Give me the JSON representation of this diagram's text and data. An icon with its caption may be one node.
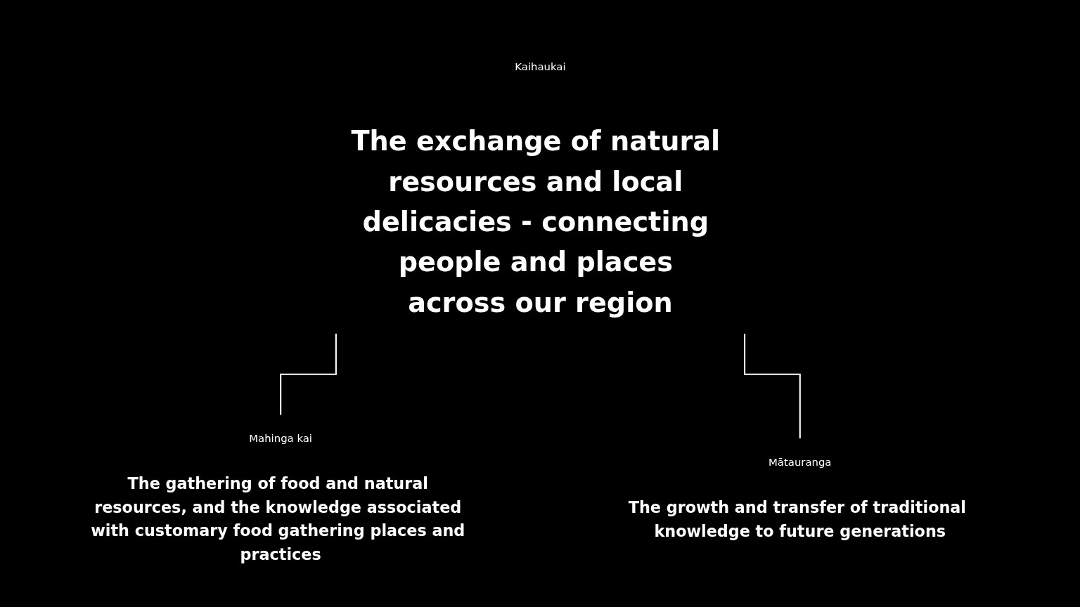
{
  "diagram": {
    "nodes": [
      {
        "text": [
          "Kaihaukai",
          "The exchange of natural resources and local delicacies - connecting people and places across our region"
        ]
      },
      {
        "text": [
          "Mahinga kai",
          "The gathering of food and natural resources, and the knowledge associated with customary food gathering places and practices"
        ]
      },
      {
        "text": [
          "Mātauranga",
          "The growth and transfer of traditional knowledge to future generations"
        ]
      }
    ],
    "edges": [
      {
        "from": 0,
        "to": 1,
        "arrow": "none"
      },
      {
        "from": 0,
        "to": 2,
        "arrow": "none"
      }
    ]
  }
}
